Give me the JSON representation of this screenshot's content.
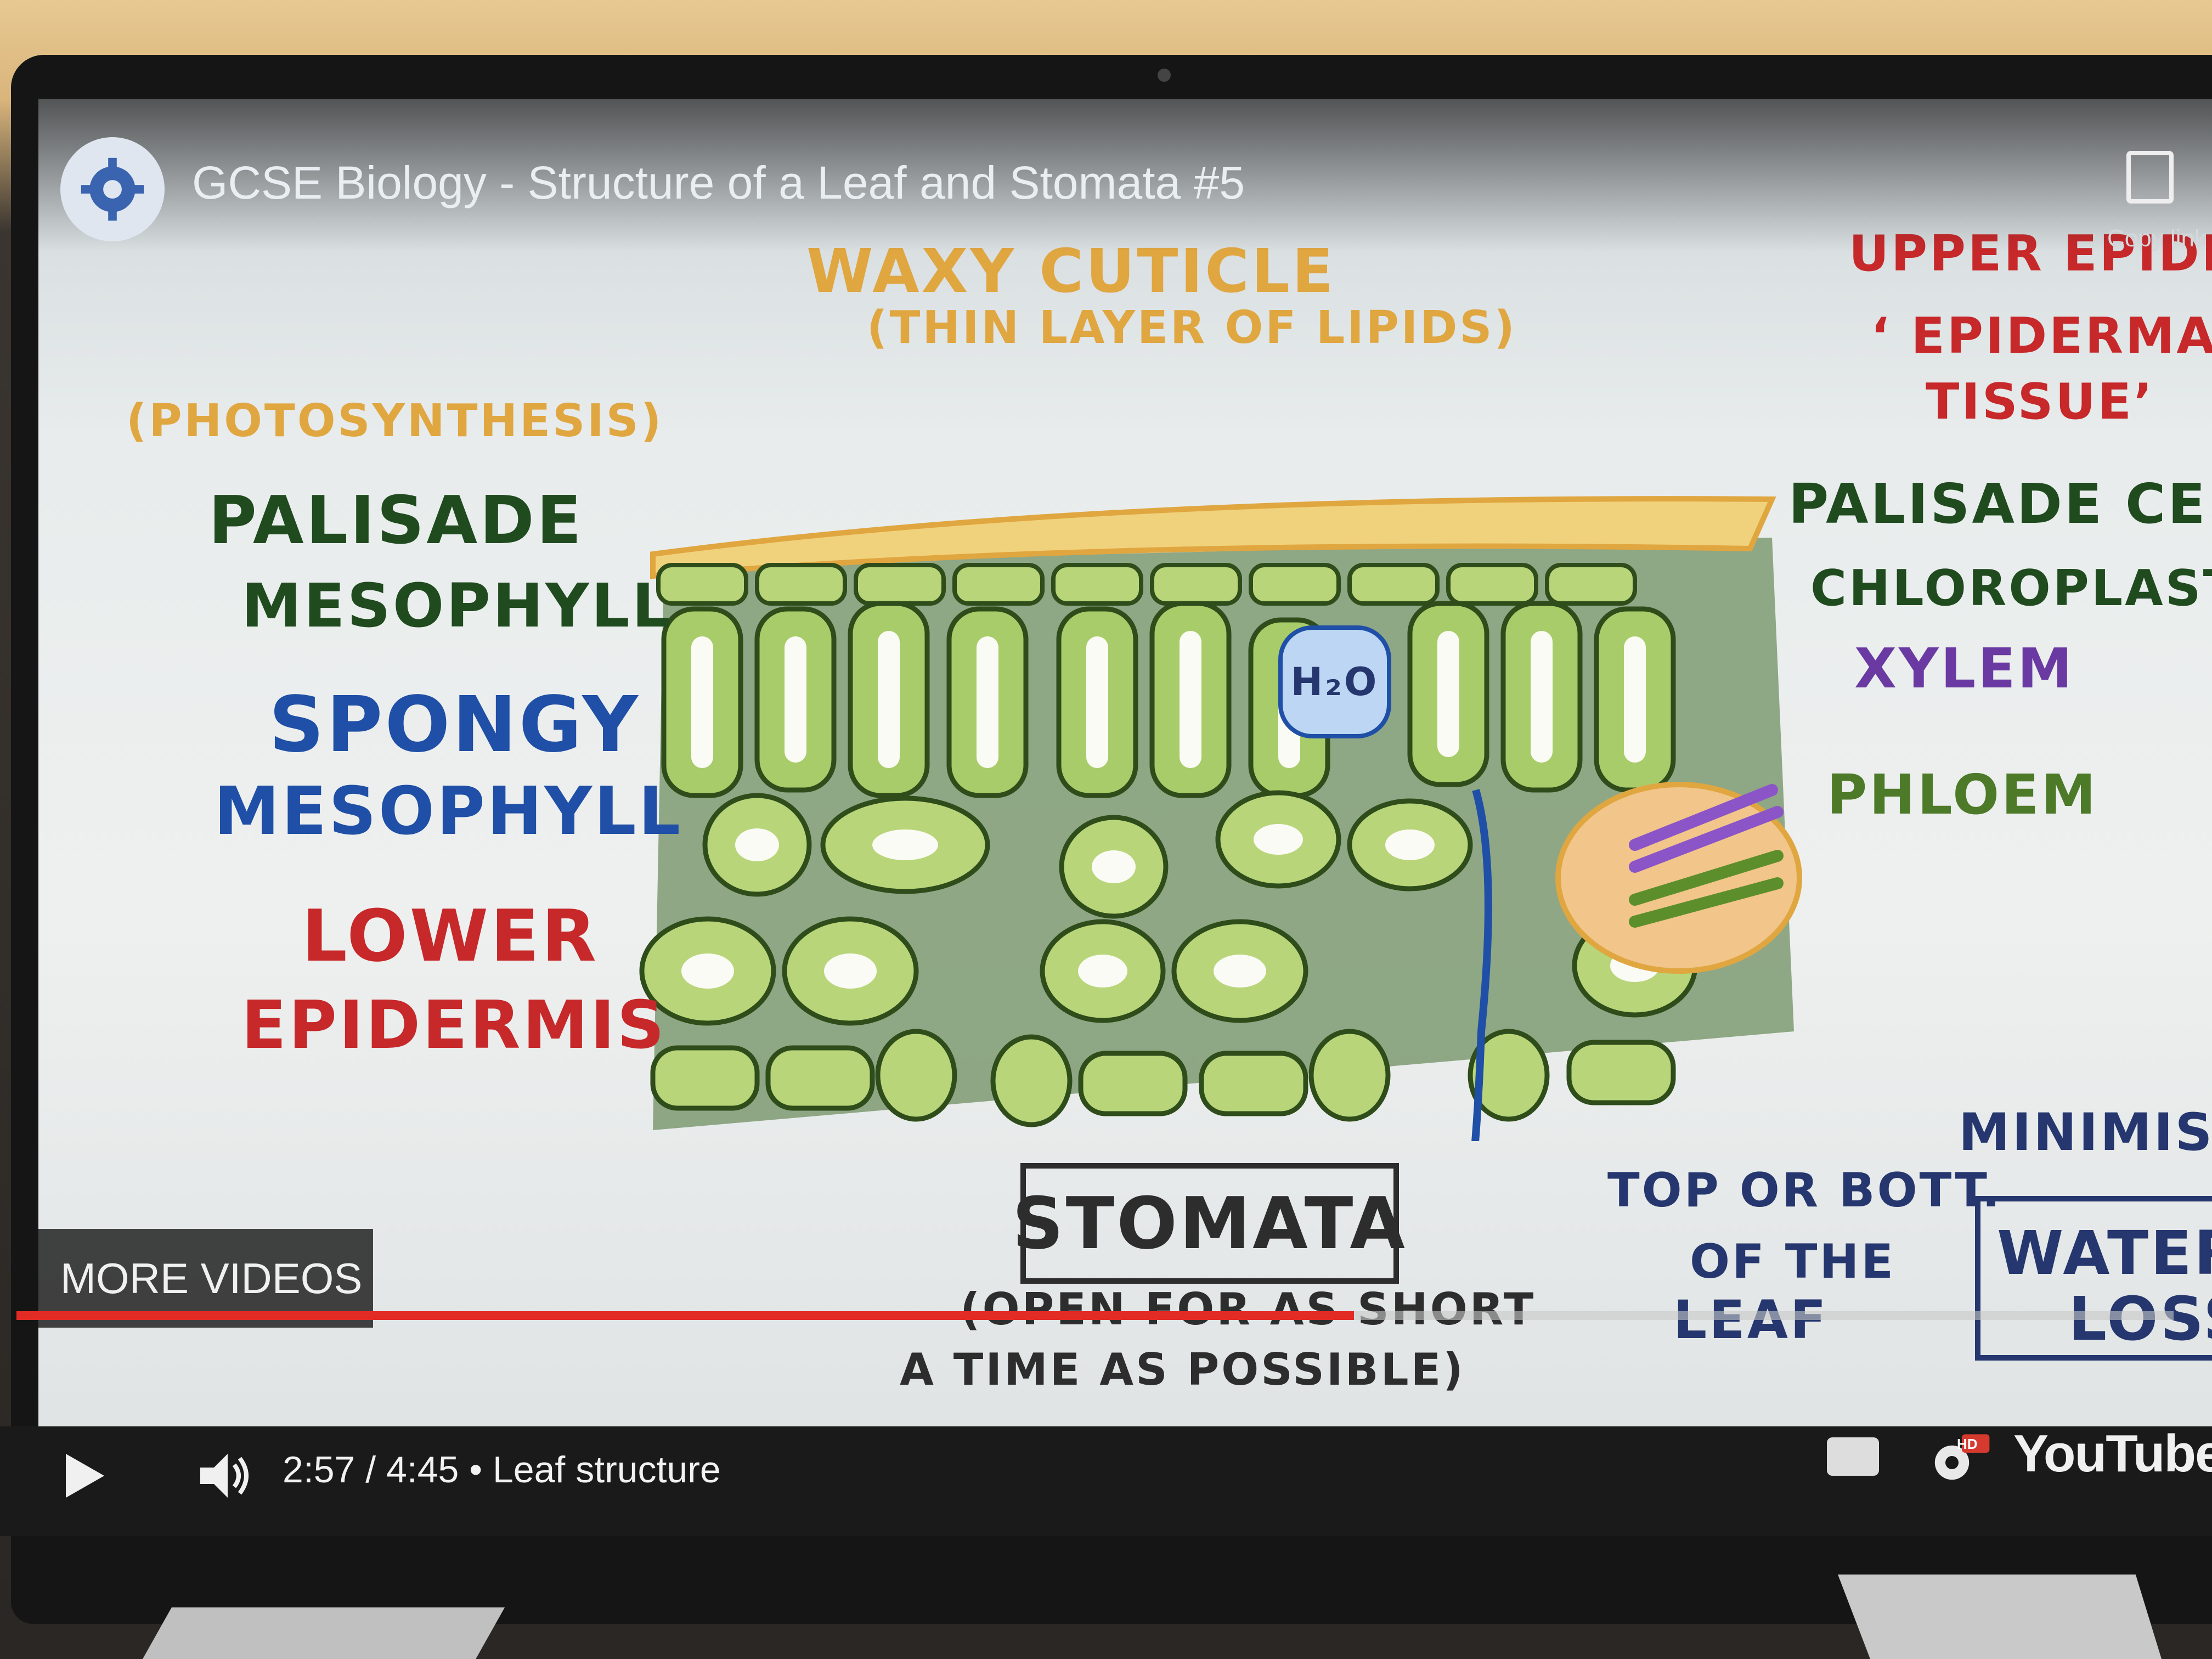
{
  "video": {
    "title": "GCSE Biology - Structure of a Leaf and Stomata #5",
    "copy_label": "Copy link",
    "more_videos": "MORE VIDEOS",
    "time": "2:57 / 4:45 • Leaf structure",
    "progress": 0.62,
    "brand": "YouTube",
    "hd_badge": "HD"
  },
  "diagram": {
    "waxy_cuticle": "WAXY CUTICLE",
    "thin_layer": "(THIN LAYER OF LIPIDS)",
    "photosynthesis": "(PHOTOSYNTHESIS)",
    "palisade_1": "PALISADE",
    "palisade_2": "MESOPHYLL",
    "spongy_1": "SPONGY",
    "spongy_2": "MESOPHYLL",
    "lower_1": "LOWER",
    "lower_2": "EPIDERMIS",
    "upper_epidermis": "UPPER EPIDERMIS",
    "epidermal_1": "‘ EPIDERMAL",
    "epidermal_2": "TISSUE’",
    "palisade_cells": "PALISADE CELLS",
    "chloroplasts": "CHLOROPLASTS",
    "xylem": "XYLEM",
    "phloem": "PHLOEM",
    "h2o": "H₂O",
    "stomata": "STOMATA",
    "open_1": "(OPEN FOR AS SHORT",
    "open_2": "A TIME AS POSSIBLE)",
    "top_1": "TOP OR BOTT.",
    "top_2": "OF THE",
    "top_3": "LEAF",
    "minimise": "MINIMISE",
    "water_1": "WATER",
    "water_2": "LOSS"
  },
  "colors": {
    "orange": "#e0a640",
    "blue": "#1f4fa6",
    "red": "#c7282a",
    "purple": "#6a3aa2",
    "leaf_green": "#b9d57a",
    "progress": "#e32b25"
  }
}
